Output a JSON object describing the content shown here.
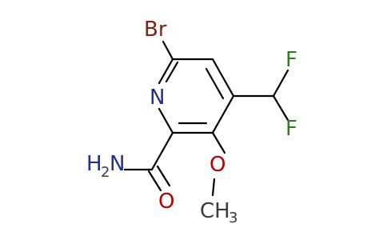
{
  "molecule": {
    "atoms": {
      "br": "Br",
      "n": "N",
      "f_top": "F",
      "f_bottom": "F",
      "nh2_main": "H",
      "nh2_sub": "2",
      "nh2_n": "N",
      "o_carbonyl": "O",
      "o_methoxy": "O",
      "ch3_main": "CH",
      "ch3_sub": "3"
    },
    "colors": {
      "bond": "#000000",
      "carbon_text": "#3a3a3a",
      "nitrogen": "#1f2f8f",
      "oxygen": "#b80000",
      "fluorine": "#2f7d22",
      "bromine": "#7a2418"
    }
  }
}
